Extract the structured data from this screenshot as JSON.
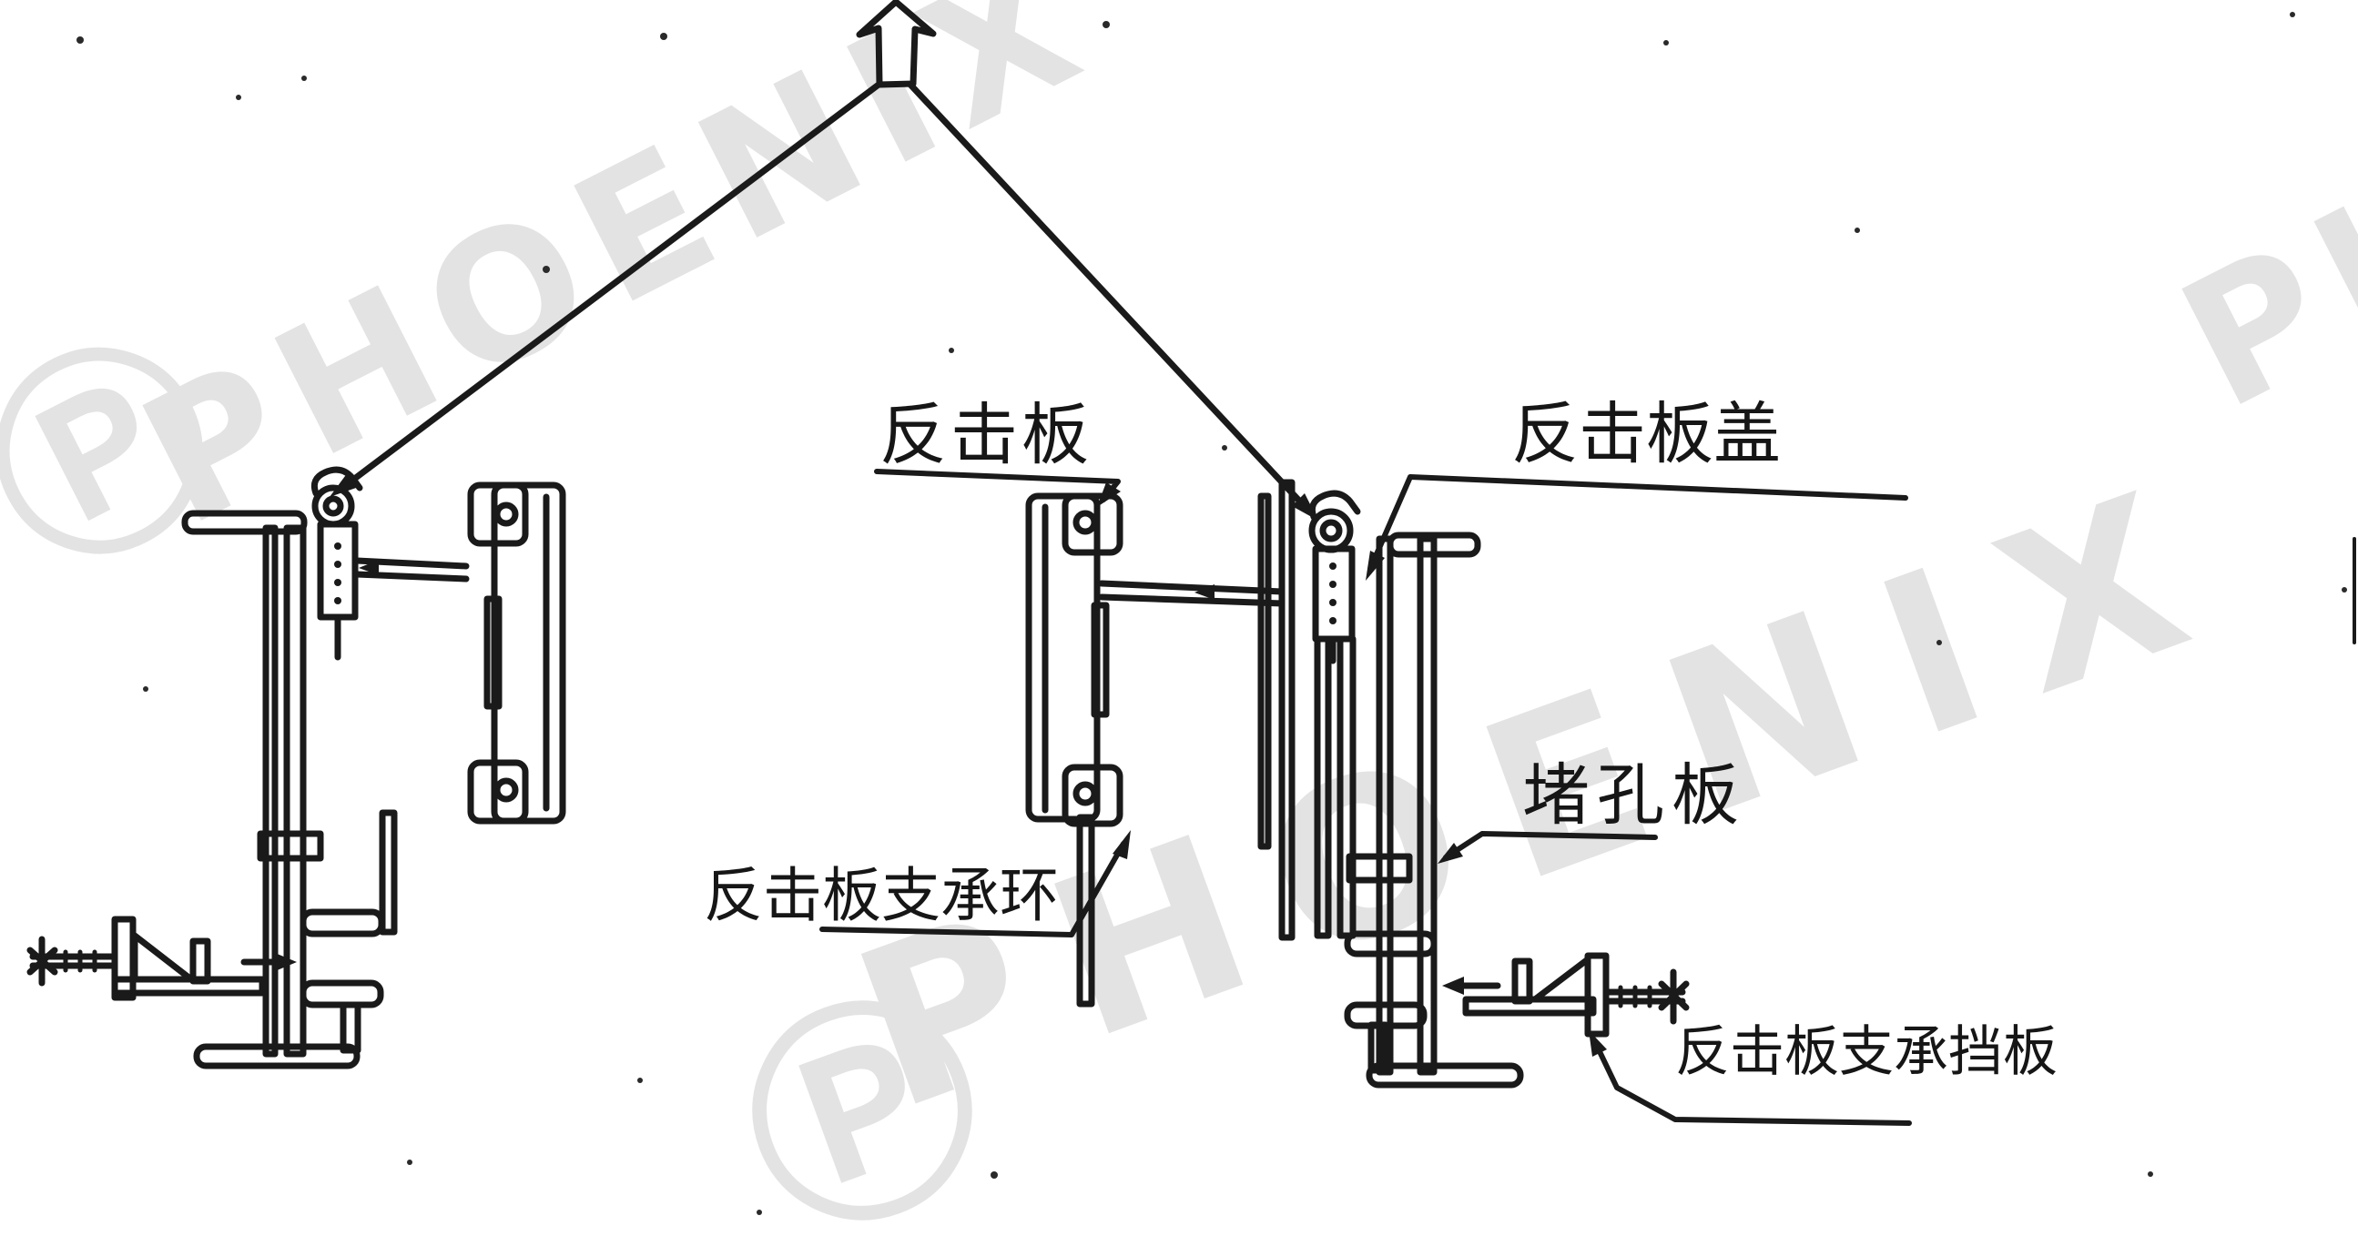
{
  "meta": {
    "kind": "scanned engineering diagram",
    "language": "zh-CN",
    "subject": "impact plate lifting / assembly diagram"
  },
  "colors": {
    "ink": "#1a1a1a",
    "watermark": "#e3e3e3",
    "paper": "#ffffff"
  },
  "watermark": {
    "text": "PHOENIX",
    "logo_glyph": "Ⓟ"
  },
  "labels": {
    "impact_plate": "反击板",
    "impact_plate_cover": "反击板盖",
    "hole_blocking_plate": "堵孔板",
    "impact_plate_support_ring": "反击板支承环",
    "impact_plate_support_baffle": "反击板支承挡板"
  }
}
